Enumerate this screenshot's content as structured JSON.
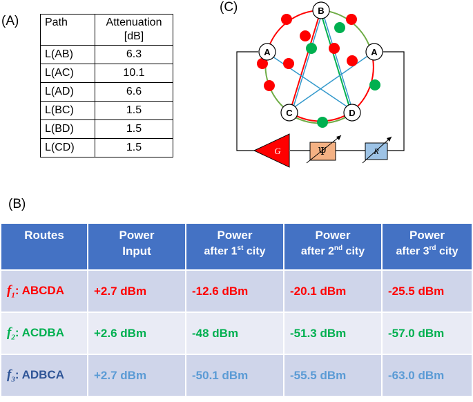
{
  "panel_labels": {
    "a": "(A)",
    "b": "(B)",
    "c": "(C)"
  },
  "attenuation_table": {
    "headers": {
      "path": "Path",
      "attenuation_line1": "Attenuation",
      "attenuation_line2": "[dB]"
    },
    "rows": [
      {
        "path": "L(AB)",
        "value": "6.3"
      },
      {
        "path": "L(AC)",
        "value": "10.1"
      },
      {
        "path": "L(AD)",
        "value": "6.6"
      },
      {
        "path": "L(BC)",
        "value": "1.5"
      },
      {
        "path": "L(BD)",
        "value": "1.5"
      },
      {
        "path": "L(CD)",
        "value": "1.5"
      }
    ]
  },
  "diagram": {
    "nodes": {
      "top": "B",
      "left": "A",
      "right": "A",
      "bottom_left": "C",
      "bottom_right": "D"
    },
    "gain_label": "G",
    "phase_label": "Ψ",
    "resistor_label": "R",
    "colors": {
      "red": "#ff0000",
      "green": "#00b050",
      "blue": "#3399cc",
      "ring_green": "#70ad47",
      "amp_fill": "#ff0000",
      "phase_fill": "#f4b183",
      "res_fill": "#9dc3e6"
    }
  },
  "power_table": {
    "headers": [
      {
        "l1": "Routes",
        "l2": ""
      },
      {
        "l1": "Power",
        "l2": "Input"
      },
      {
        "l1": "Power",
        "l2": "after 1",
        "sup": "st",
        "l2b": " city"
      },
      {
        "l1": "Power",
        "l2": "after 2",
        "sup": "nd",
        "l2b": " city"
      },
      {
        "l1": "Power",
        "l2": "after 3",
        "sup": "rd",
        "l2b": " city"
      }
    ],
    "rows": [
      {
        "f": "f",
        "sub": "1",
        "route": ": ABCDA",
        "input": "+2.7 dBm",
        "c1": "-12.6 dBm",
        "c2": "-20.1 dBm",
        "c3": "-25.5 dBm"
      },
      {
        "f": "f",
        "sub": "2",
        "route": ": ACDBA",
        "input": "+2.6 dBm",
        "c1": "-48 dBm",
        "c2": "-51.3 dBm",
        "c3": "-57.0 dBm"
      },
      {
        "f": "f",
        "sub": "3",
        "route": ": ADBCA",
        "input": "+2.7 dBm",
        "c1": "-50.1 dBm",
        "c2": "-55.5 dBm",
        "c3": "-63.0 dBm"
      }
    ]
  }
}
